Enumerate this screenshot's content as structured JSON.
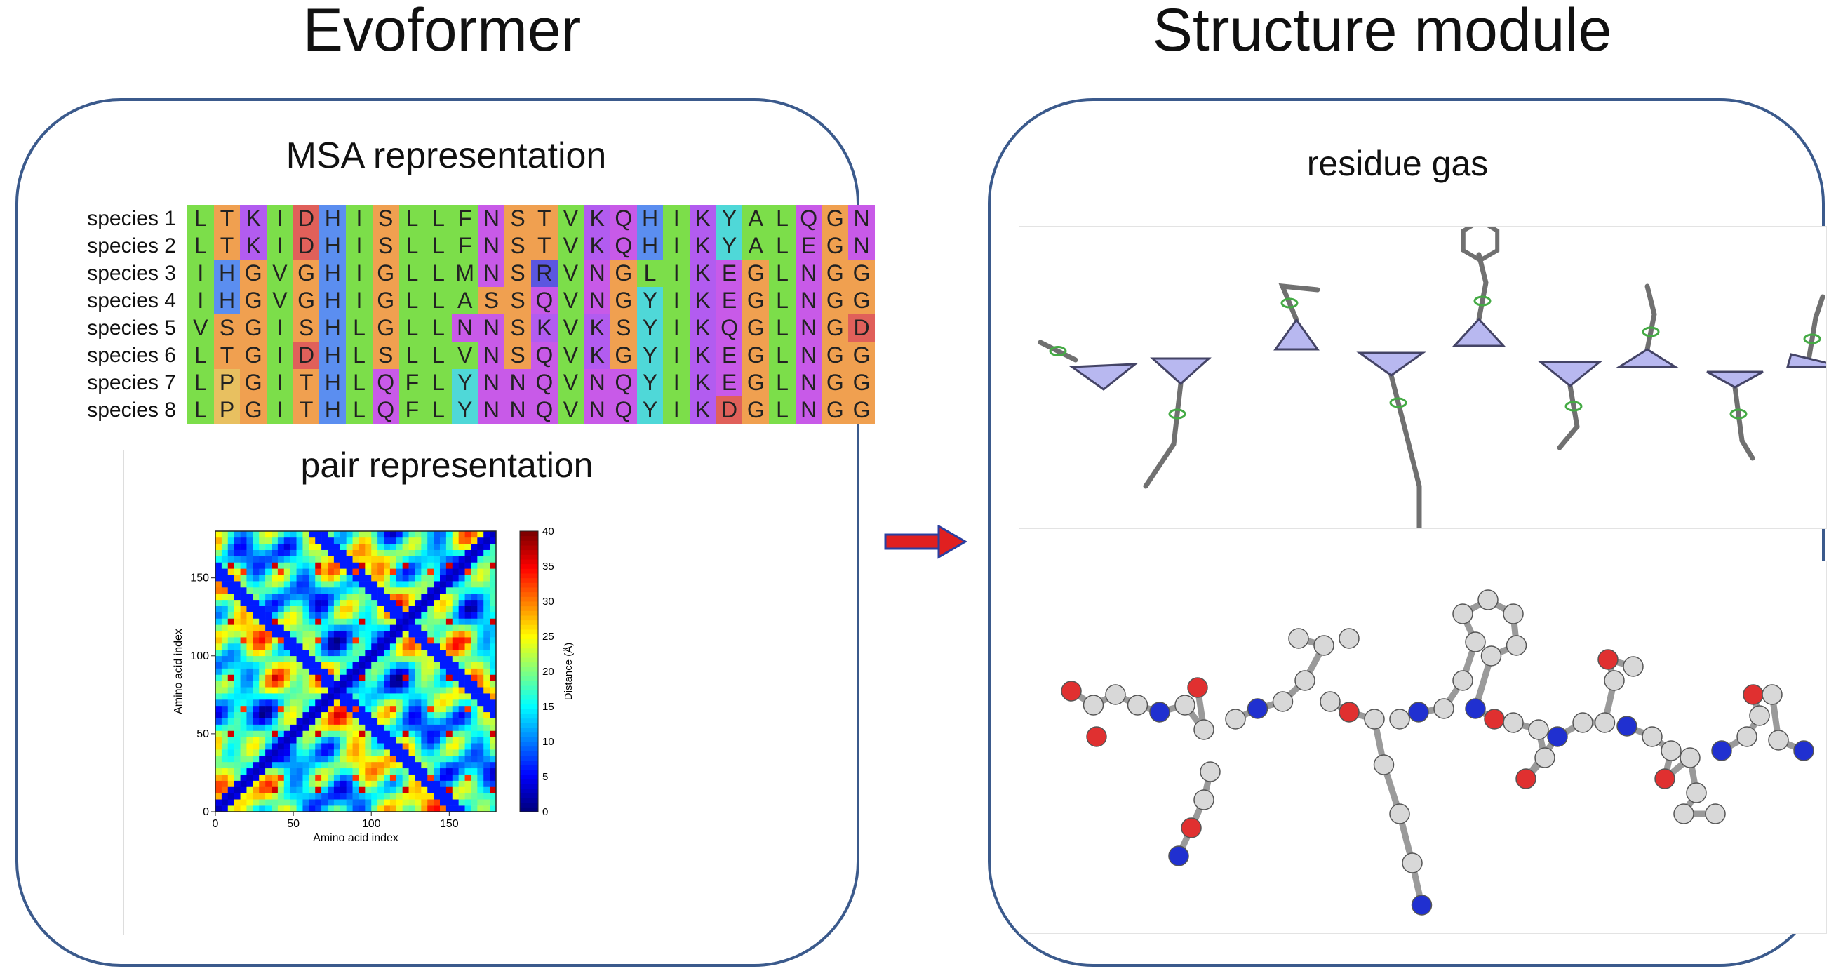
{
  "headings": {
    "evoformer": "Evoformer",
    "structure": "Structure module"
  },
  "msa": {
    "title": "MSA representation",
    "species": [
      "species 1",
      "species 2",
      "species 3",
      "species 4",
      "species 5",
      "species 6",
      "species 7",
      "species 8"
    ],
    "sequences": [
      "LTKIDHISLLFNSTVKQHIKYALQGN",
      "LTKIDHISLLFNSTVKQHIKYALEGN",
      "IHGVGHIGLLMNSRVNGLIKEGLNGG",
      "IHGVGHIGLLASSQVNGYIKEGLNGG",
      "VSGISHLGLLNNSKVKSYIKQGLNGD",
      "LTGIDHLSLLVNSQVKGYIKEGLNGG",
      "LPGITHLQFLYNNQVNQYIKEGLNGG",
      "LPGITHLQFLYNNQVNQYIKDGLNGG"
    ],
    "residue_colors": {
      "L": "#7cde4a",
      "I": "#7cde4a",
      "V": "#7cde4a",
      "A": "#7cde4a",
      "M": "#7cde4a",
      "F": "#7cde4a",
      "T": "#f0a050",
      "S": "#f0a050",
      "G": "#f0a050",
      "P": "#e8c060",
      "K": "#b25cf0",
      "R": "#5b56e0",
      "H": "#5b8ef0",
      "D": "#e0605a",
      "E": "#c85ae8",
      "N": "#c85ae8",
      "Q": "#c85ae8",
      "Y": "#4fd8d8",
      "C": "#f0e070",
      "W": "#7cde4a"
    }
  },
  "pair": {
    "title": "pair representation"
  },
  "chart_data": {
    "type": "heatmap",
    "title": "",
    "xlabel": "Amino acid index",
    "ylabel": "Amino acid index",
    "colorbar_label": "Distance (Å)",
    "xlim": [
      0,
      180
    ],
    "ylim": [
      0,
      180
    ],
    "x_ticks": [
      "0",
      "50",
      "100",
      "150"
    ],
    "y_ticks": [
      "0",
      "50",
      "100",
      "150"
    ],
    "colorbar_range": [
      0,
      40
    ],
    "colorbar_ticks": [
      "0",
      "5",
      "10",
      "15",
      "20",
      "25",
      "30",
      "35",
      "40"
    ],
    "colormap": "jet",
    "matrix_size": 180
  },
  "structure": {
    "gas_title": "residue gas"
  },
  "colors": {
    "panel_border": "#3b5a8c",
    "arrow": "#e02020",
    "triangle_fill": "#b8b8f0",
    "triangle_edge": "#444466",
    "stick": "#707070",
    "ring": "#44aa44",
    "atom_c": "#d8d8d8",
    "atom_o": "#e03030",
    "atom_n": "#2030d0"
  }
}
